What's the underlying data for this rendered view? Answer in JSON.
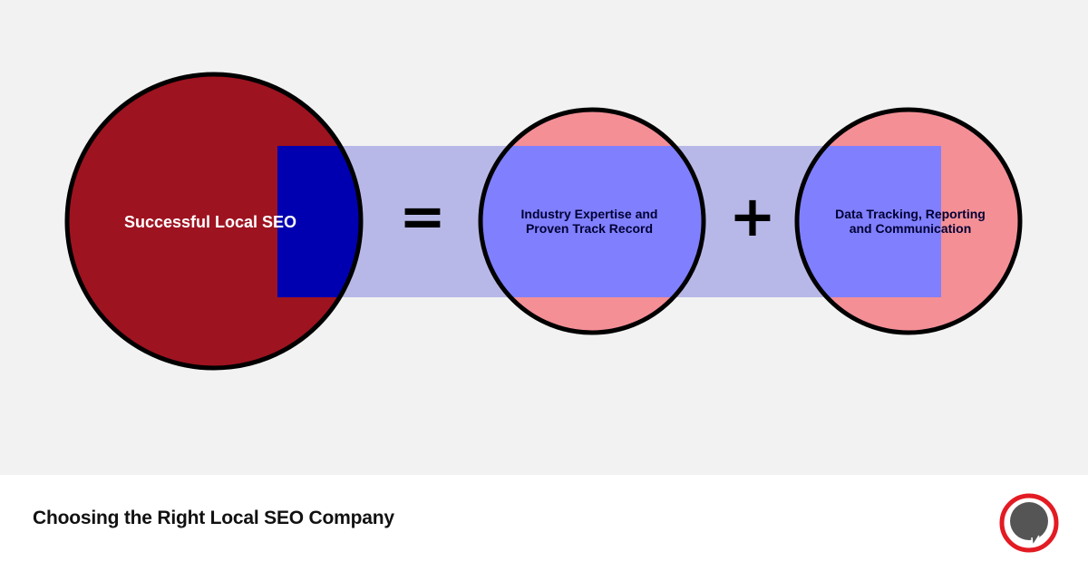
{
  "diagram": {
    "nodes": [
      {
        "id": "successful-local-seo",
        "label": "Successful Local SEO"
      },
      {
        "id": "industry-expertise",
        "label": "Industry Expertise and Proven Track Record"
      },
      {
        "id": "data-tracking",
        "label": "Data Tracking, Reporting and Communication"
      }
    ],
    "operators": {
      "equals": "=",
      "plus": "+"
    }
  },
  "footer": {
    "title": "Choosing the Right Local SEO Company"
  },
  "colors": {
    "background": "#f2f2f2",
    "footer_background": "#ffffff",
    "dark_red": "#9e1320",
    "pink": "#f48f96",
    "light_blue": "#b8b8e8",
    "blue": "#8080ff",
    "dark_blue": "#0000b0",
    "outline": "#000000"
  },
  "logo": {
    "icon": "speech-bubble-icon"
  }
}
